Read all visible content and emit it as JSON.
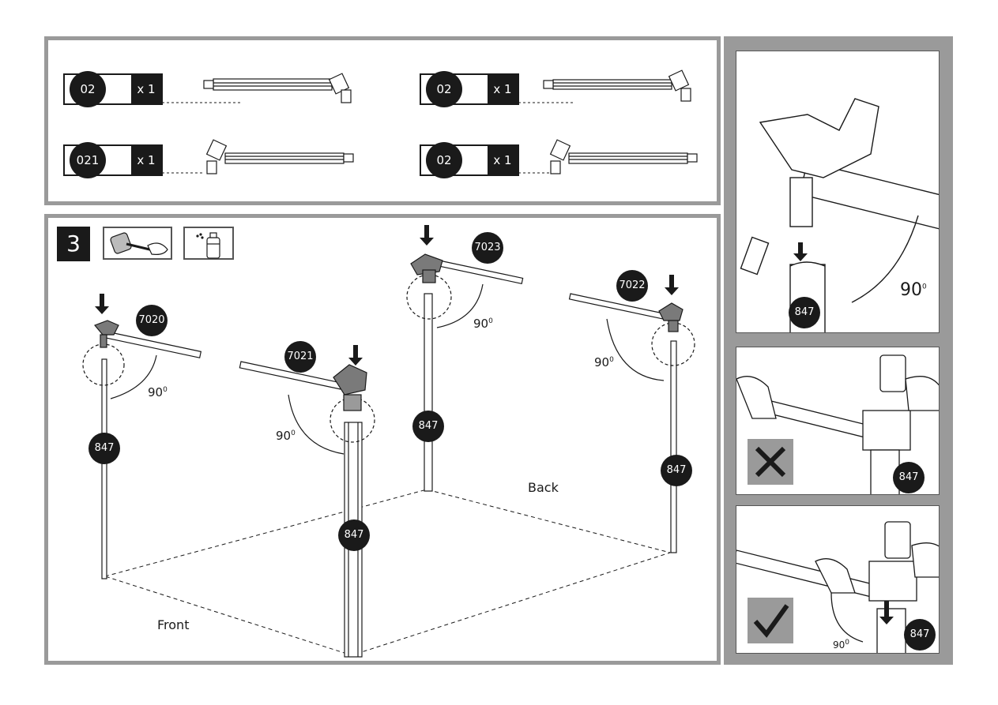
{
  "parts": [
    {
      "code": "02",
      "qty": "x 1"
    },
    {
      "code": "02",
      "qty": "x 1"
    },
    {
      "code": "021",
      "qty": "x 1"
    },
    {
      "code": "02",
      "qty": "x 1"
    }
  ],
  "step": {
    "number": "3"
  },
  "badges": {
    "p7020": "7020",
    "p7021": "7021",
    "p7023": "7023",
    "p7022": "7022",
    "pole": "847"
  },
  "angle": {
    "value": "90",
    "unit": "0"
  },
  "labels": {
    "front": "Front",
    "back": "Back"
  },
  "side_badge": "847",
  "side_angle": {
    "value": "90",
    "unit": "0"
  }
}
